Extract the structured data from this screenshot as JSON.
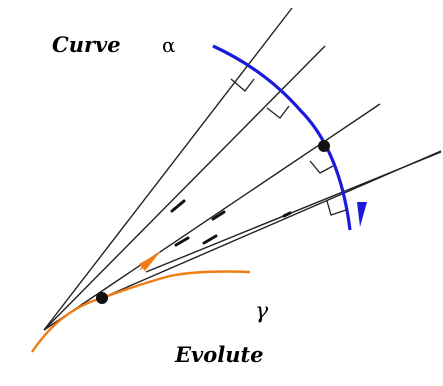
{
  "labels": {
    "curve": "Curve",
    "curve_symbol": "α",
    "evolute": "Evolute",
    "evolute_symbol": "γ"
  },
  "colors": {
    "curve": "#1a1adb",
    "evolute": "#f07d14",
    "normals": "#222222",
    "points": "#111111"
  },
  "diagram": {
    "normal_lines": 5,
    "right_angle_marks": 4
  }
}
